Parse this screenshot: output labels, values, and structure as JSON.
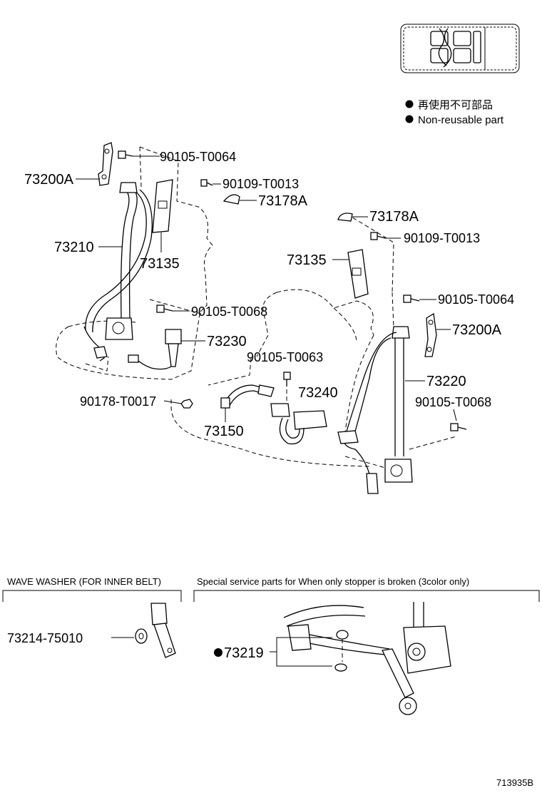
{
  "legend": {
    "japanese": "再使用不可部品",
    "english": "Non-reusable part"
  },
  "callouts": {
    "anchor_left": "73200A",
    "bolt_upper_left": "90105-T0064",
    "bolt_small_left": "90109-T0013",
    "cover_left": "73178A",
    "belt_left": "73210",
    "guide_left": "73135",
    "bolt_mid_left": "90105-T0068",
    "buckle_left": "73230",
    "nut_left": "90178-T0017",
    "belt_center": "73150",
    "bolt_center": "90105-T0063",
    "buckle_center": "73240",
    "cover_right": "73178A",
    "bolt_small_right": "90109-T0013",
    "guide_right": "73135",
    "bolt_upper_right": "90105-T0064",
    "anchor_right": "73200A",
    "belt_right": "73220",
    "bolt_lower_right": "90105-T0068"
  },
  "bottom": {
    "left_header": "WAVE WASHER (FOR INNER BELT)",
    "left_part": "73214-75010",
    "right_header": "Special service parts for When only stopper is broken  (3color only)",
    "right_part": "73219"
  },
  "diagram_id": "713935B"
}
